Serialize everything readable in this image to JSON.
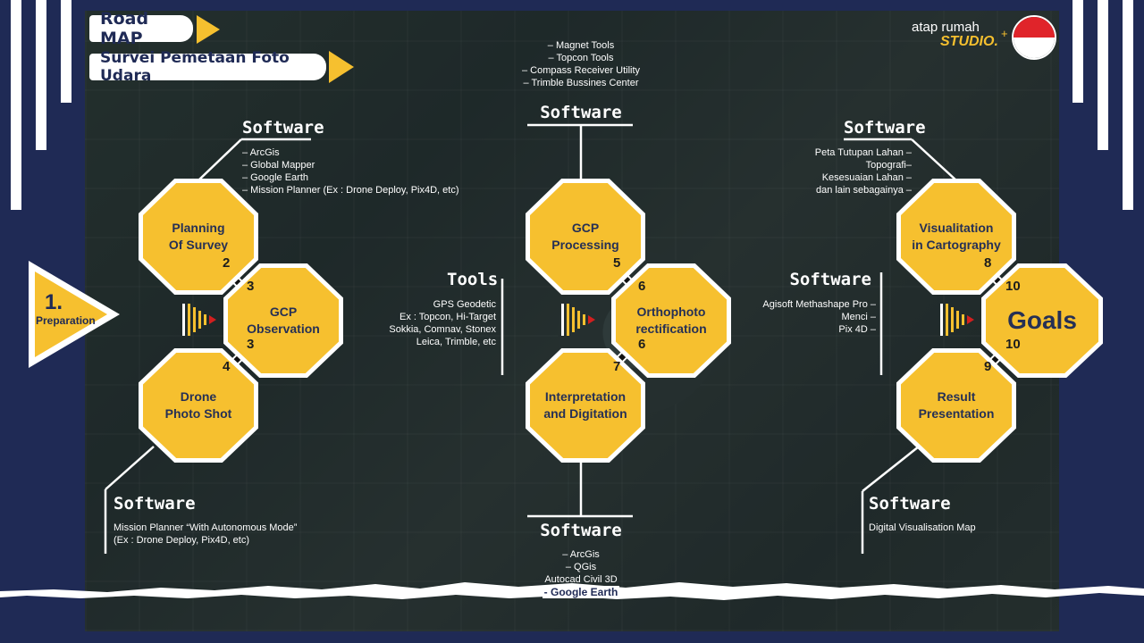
{
  "header": {
    "roadmap_label": "Road MAP",
    "subtitle_label": "Survei Pemetaan Foto Udara"
  },
  "brand": {
    "line1": "atap rumah",
    "line2": "STUDIO.",
    "plus": "+"
  },
  "colors": {
    "navy": "#1f2a55",
    "yellow": "#f6c02f",
    "white": "#ffffff",
    "red": "#d21f1f"
  },
  "phase1": {
    "number": "1.",
    "label": "Preparation"
  },
  "nodes": {
    "planning": "Planning\nOf Survey",
    "gcp_observation": "GCP\nObservation",
    "drone": "Drone\nPhoto Shot",
    "gcp_processing": "GCP\nProcessing",
    "ortho": "Orthophoto\nrectification",
    "interpretation": "Interpretation\nand Digitation",
    "visualisation": "Visualitation\nin Cartography",
    "goals": "Goals",
    "result": "Result\nPresentation"
  },
  "numbers": {
    "n2": "2",
    "n3a": "3",
    "n3b": "3",
    "n4": "4",
    "n5": "5",
    "n6a": "6",
    "n6b": "6",
    "n7": "7",
    "n8": "8",
    "n10a": "10",
    "n10b": "10",
    "n9": "9"
  },
  "software_planning": {
    "title": "Software",
    "items": [
      "– ArcGis",
      "– Global Mapper",
      "– Google Earth",
      "– Mission Planner (Ex : Drone Deploy, Pix4D, etc)"
    ]
  },
  "software_drone": {
    "title": "Software",
    "items": [
      "Mission Planner “With Autonomous Mode”",
      "(Ex : Drone Deploy, Pix4D, etc)"
    ]
  },
  "software_gcp": {
    "title": "Software",
    "items": [
      "– Magnet Tools",
      "– Topcon Tools",
      "– Compass Receiver Utility",
      "– Trimble Bussines Center"
    ]
  },
  "tools": {
    "title": "Tools",
    "items": [
      "GPS Geodetic",
      "Ex : Topcon, Hi-Target",
      "Sokkia, Comnav, Stonex",
      "Leica, Trimble, etc"
    ]
  },
  "software_interp": {
    "title": "Software",
    "items": [
      "– ArcGis",
      "– QGis",
      "Autocad Civil 3D",
      "- Google Earth"
    ]
  },
  "software_visual": {
    "title": "Software",
    "items": [
      "Peta Tutupan Lahan –",
      "Topografi–",
      "Kesesuaian Lahan –",
      "dan lain sebagainya –"
    ]
  },
  "software_ortho": {
    "title": "Software",
    "items": [
      "Agisoft Methashape Pro –",
      "Menci –",
      "Pix 4D –"
    ]
  },
  "software_result": {
    "title": "Software",
    "items": [
      "Digital Visualisation Map"
    ]
  }
}
